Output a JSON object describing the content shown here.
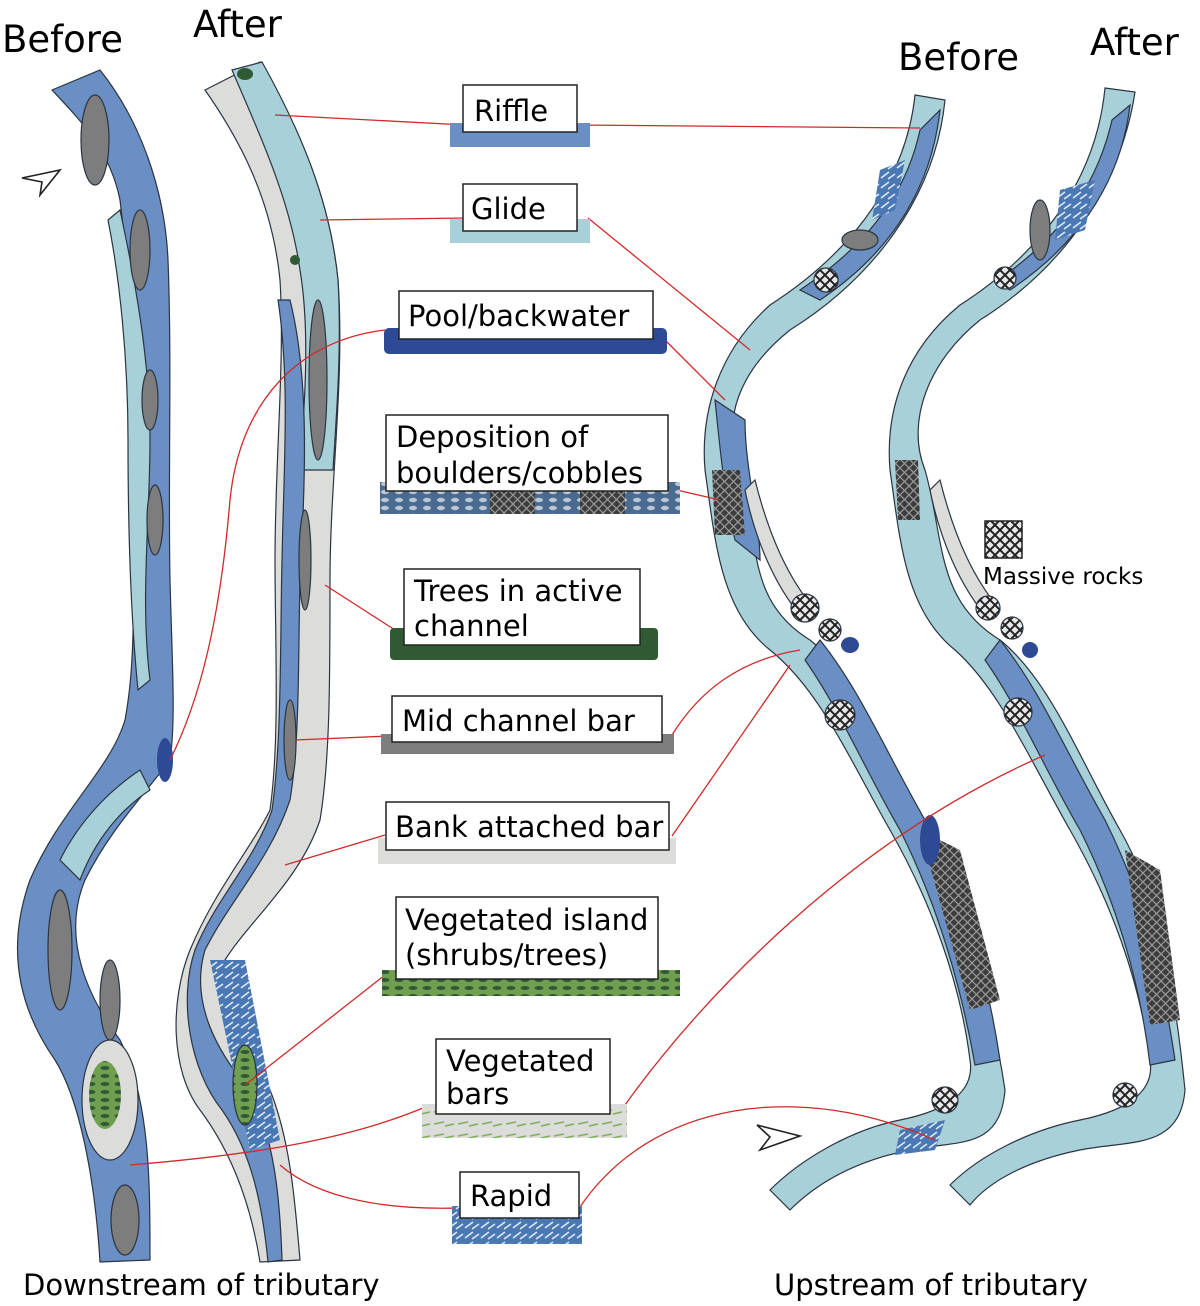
{
  "headings": {
    "before_left": "Before",
    "after_left": "After",
    "before_right": "Before",
    "after_right": "After"
  },
  "captions": {
    "downstream": "Downstream of tributary",
    "upstream": "Upstream of tributary"
  },
  "legend": {
    "riffle": "Riffle",
    "glide": "Glide",
    "pool": "Pool/backwater",
    "deposition_line1": "Deposition of",
    "deposition_line2": "boulders/cobbles",
    "trees_line1": "Trees in active",
    "trees_line2": "channel",
    "mid_bar": "Mid channel bar",
    "bank_bar": "Bank attached bar",
    "veg_island_line1": "Vegetated island",
    "veg_island_line2": "(shrubs/trees)",
    "veg_bars_line1": "Vegetated",
    "veg_bars_line2": "bars",
    "rapid": "Rapid",
    "massive_rocks": "Massive rocks"
  },
  "colors": {
    "riffle": "#6a8fc4",
    "glide": "#a8d0d8",
    "pool": "#2e4a94",
    "mid_bar": "#7d7d7d",
    "bank_bar": "#dcdcda",
    "trees": "#2f5a34",
    "veg": "#6a9a4e",
    "rapid": "#3f6aa6",
    "leader": "#d02a2a"
  },
  "icons": {
    "north_arrow_left": "north-arrow-icon",
    "flow_arrow_right": "flow-arrow-icon",
    "rock_pattern": "crosshatch-rock-icon"
  }
}
